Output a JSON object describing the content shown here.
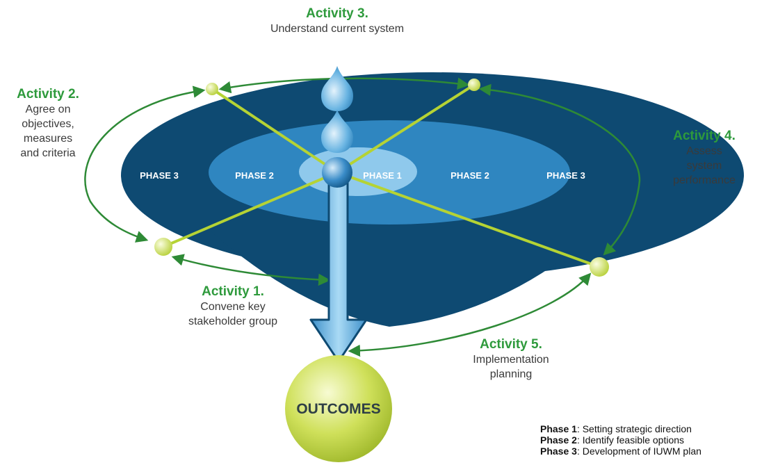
{
  "activities": [
    {
      "title": "Activity 3.",
      "description": "Understand current system"
    },
    {
      "title": "Activity 2.",
      "description": "Agree on\nobjectives,\nmeasures\nand criteria"
    },
    {
      "title": "Activity 4.",
      "description": "Assess\nsystem\nperformance"
    },
    {
      "title": "Activity 1.",
      "description": "Convene key\nstakeholder group"
    },
    {
      "title": "Activity 5.",
      "description": "Implementation\nplanning"
    }
  ],
  "phase_labels": {
    "left_outer": "PHASE 3",
    "left_middle": "PHASE 2",
    "center": "PHASE 1",
    "right_middle": "PHASE 2",
    "right_outer": "PHASE 3"
  },
  "outcomes_label": "OUTCOMES",
  "legend": [
    {
      "term": "Phase 1",
      "text": ": Setting strategic direction"
    },
    {
      "term": "Phase 2",
      "text": ": Identify feasible options"
    },
    {
      "term": "Phase 3",
      "text": ": Development of IUWM plan"
    }
  ],
  "colors": {
    "phase3": "#0e4a72",
    "phase2": "#2f86c0",
    "phase1": "#8fc9ec",
    "activity_green": "#2e9a3c",
    "connector_lime": "#b5d334",
    "outcomes_sphere": "#c8dc4a"
  }
}
